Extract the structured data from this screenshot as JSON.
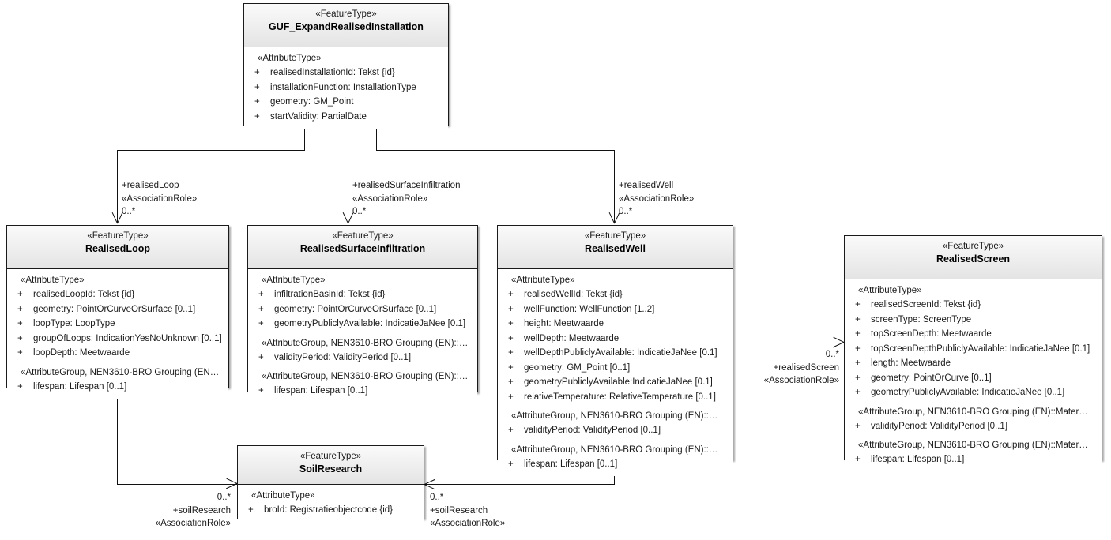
{
  "diagram": {
    "title": "GUF_ExpandRealisedInstallation UML class diagram",
    "type": "uml-class-diagram"
  },
  "classes": {
    "guf": {
      "stereotype": "«FeatureType»",
      "name": "GUF_ExpandRealisedInstallation",
      "sections": [
        {
          "group_label": "«AttributeType»",
          "attributes": [
            {
              "vis": "+",
              "text": "realisedInstallationId: Tekst {id}"
            },
            {
              "vis": "+",
              "text": "installationFunction: InstallationType"
            },
            {
              "vis": "+",
              "text": "geometry: GM_Point"
            },
            {
              "vis": "+",
              "text": "startValidity: PartialDate"
            }
          ]
        }
      ]
    },
    "realised_loop": {
      "stereotype": "«FeatureType»",
      "name": "RealisedLoop",
      "sections": [
        {
          "group_label": "«AttributeType»",
          "attributes": [
            {
              "vis": "+",
              "text": "realisedLoopId: Tekst {id}"
            },
            {
              "vis": "+",
              "text": "geometry: PointOrCurveOrSurface [0..1]"
            },
            {
              "vis": "+",
              "text": "loopType: LoopType"
            },
            {
              "vis": "+",
              "text": "groupOfLoops: IndicationYesNoUnknown [0..1]"
            },
            {
              "vis": "+",
              "text": "loopDepth: Meetwaarde"
            }
          ]
        },
        {
          "group_label": "«AttributeGroup, NEN3610-BRO Grouping (EN…",
          "attributes": [
            {
              "vis": "+",
              "text": "lifespan: Lifespan [0..1]"
            }
          ]
        }
      ]
    },
    "realised_surface_infiltration": {
      "stereotype": "«FeatureType»",
      "name": "RealisedSurfaceInfiltration",
      "sections": [
        {
          "group_label": "«AttributeType»",
          "attributes": [
            {
              "vis": "+",
              "text": "infiltrationBasinId: Tekst {id}"
            },
            {
              "vis": "+",
              "text": "geometry: PointOrCurveOrSurface [0..1]"
            },
            {
              "vis": "+",
              "text": "geometryPubliclyAvailable: IndicatieJaNee [0.1]"
            }
          ]
        },
        {
          "group_label": "«AttributeGroup, NEN3610-BRO Grouping (EN)::…",
          "attributes": [
            {
              "vis": "+",
              "text": "validityPeriod: ValidityPeriod [0..1]"
            }
          ]
        },
        {
          "group_label": "«AttributeGroup, NEN3610-BRO Grouping (EN)::…",
          "attributes": [
            {
              "vis": "+",
              "text": "lifespan: Lifespan [0..1]"
            }
          ]
        }
      ]
    },
    "realised_well": {
      "stereotype": "«FeatureType»",
      "name": "RealisedWell",
      "sections": [
        {
          "group_label": "«AttributeType»",
          "attributes": [
            {
              "vis": "+",
              "text": "realisedWellId: Tekst {id}"
            },
            {
              "vis": "+",
              "text": "wellFunction: WellFunction [1..2]"
            },
            {
              "vis": "+",
              "text": "height: Meetwaarde"
            },
            {
              "vis": "+",
              "text": "wellDepth: Meetwaarde"
            },
            {
              "vis": "+",
              "text": "wellDepthPubliclyAvailable: IndicatieJaNee [0.1]"
            },
            {
              "vis": "+",
              "text": "geometry: GM_Point [0..1]"
            },
            {
              "vis": "+",
              "text": "geometryPubliclyAvailable:IndicatieJaNee [0.1]"
            },
            {
              "vis": "+",
              "text": "relativeTemperature: RelativeTemperature [0..1]"
            }
          ]
        },
        {
          "group_label": "«AttributeGroup, NEN3610-BRO Grouping (EN)::…",
          "attributes": [
            {
              "vis": "+",
              "text": "validityPeriod: ValidityPeriod [0..1]"
            }
          ]
        },
        {
          "group_label": "«AttributeGroup, NEN3610-BRO Grouping (EN)::…",
          "attributes": [
            {
              "vis": "+",
              "text": "lifespan: Lifespan [0..1]"
            }
          ]
        }
      ]
    },
    "realised_screen": {
      "stereotype": "«FeatureType»",
      "name": "RealisedScreen",
      "sections": [
        {
          "group_label": "«AttributeType»",
          "attributes": [
            {
              "vis": "+",
              "text": "realisedScreenId: Tekst {id}"
            },
            {
              "vis": "+",
              "text": "screenType: ScreenType"
            },
            {
              "vis": "+",
              "text": "topScreenDepth: Meetwaarde"
            },
            {
              "vis": "+",
              "text": "topScreenDepthPubliclyAvailable: IndicatieJaNee [0.1]"
            },
            {
              "vis": "+",
              "text": "length: Meetwaarde"
            },
            {
              "vis": "+",
              "text": "geometry: PointOrCurve [0..1]"
            },
            {
              "vis": "+",
              "text": "geometryPubliclyAvailable: IndicatieJaNee [0..1]"
            }
          ]
        },
        {
          "group_label": "«AttributeGroup, NEN3610-BRO Grouping (EN)::Mater…",
          "attributes": [
            {
              "vis": "+",
              "text": "validityPeriod: ValidityPeriod [0..1]"
            }
          ]
        },
        {
          "group_label": "«AttributeGroup, NEN3610-BRO Grouping (EN)::Mater…",
          "attributes": [
            {
              "vis": "+",
              "text": "lifespan: Lifespan [0..1]"
            }
          ]
        }
      ]
    },
    "soil_research": {
      "stereotype": "«FeatureType»",
      "name": "SoilResearch",
      "sections": [
        {
          "group_label": "«AttributeType»",
          "attributes": [
            {
              "vis": "+",
              "text": "broId: Registratieobjectcode {id}"
            }
          ]
        }
      ]
    }
  },
  "associations": {
    "realised_loop": {
      "role": "+realisedLoop",
      "stereotype": "«AssociationRole»",
      "multiplicity": "0..*"
    },
    "realised_surface_infiltration": {
      "role": "+realisedSurfaceInfiltration",
      "stereotype": "«AssociationRole»",
      "multiplicity": "0..*"
    },
    "realised_well": {
      "role": "+realisedWell",
      "stereotype": "«AssociationRole»",
      "multiplicity": "0..*"
    },
    "realised_screen": {
      "role": "+realisedScreen",
      "stereotype": "«AssociationRole»",
      "multiplicity": "0..*"
    },
    "soil_research_loop": {
      "role": "+soilResearch",
      "stereotype": "«AssociationRole»",
      "multiplicity": "0..*"
    },
    "soil_research_well": {
      "role": "+soilResearch",
      "stereotype": "«AssociationRole»",
      "multiplicity": "0..*"
    }
  }
}
